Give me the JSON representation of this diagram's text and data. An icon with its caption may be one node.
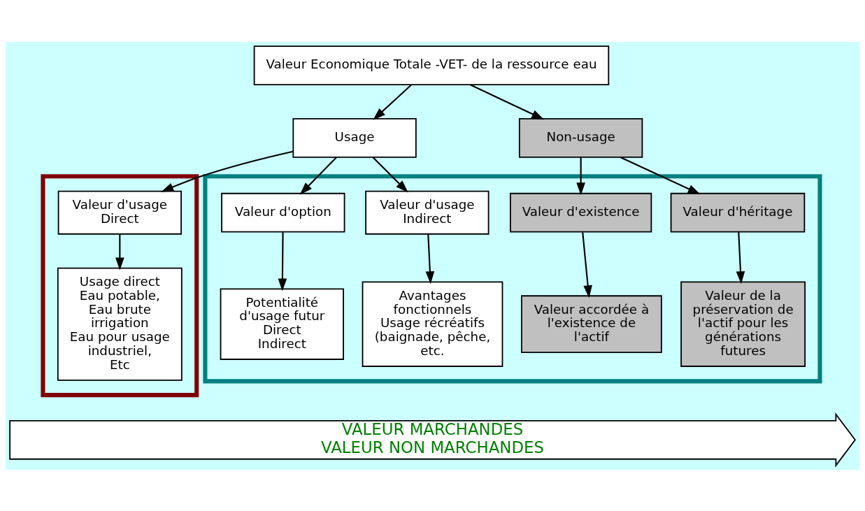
{
  "diagram": {
    "nodes": [
      {
        "text": [
          "Valeur Economique Totale -VET- de la ressource eau"
        ]
      },
      {
        "text": [
          "Usage"
        ]
      },
      {
        "text": [
          "Non-usage"
        ]
      },
      {
        "text": [],
        "shape": "box"
      },
      {
        "text": [],
        "shape": "box"
      },
      {
        "text": [
          "Valeur d'usage Direct"
        ],
        "in": 3
      },
      {
        "text": [
          "Valeur d'usage Indirect"
        ],
        "in": 4
      },
      {
        "text": [
          "Valeur d'option"
        ],
        "in": 4
      },
      {
        "text": [
          "Valeur d'héritage"
        ],
        "in": 4
      },
      {
        "text": [
          "Valeur d'existence"
        ],
        "in": 4
      },
      {
        "text": [
          "Usage direct",
          "Eau potable,",
          "Eau brute irrigation",
          "Eau pour usage industriel,",
          "Etc"
        ],
        "in": 3
      },
      {
        "text": [
          "Avantages fonctionnels",
          "Usage récréatifs (baignade, pêche, etc."
        ],
        "in": 4
      },
      {
        "text": [
          "Potentialité d'usage futur",
          "Direct",
          "Indirect"
        ],
        "in": 4
      },
      {
        "text": [
          "Valeur de la préservation de l'actif pour les générations futures"
        ],
        "in": 4
      },
      {
        "text": [
          "Valeur accordée à l'existence de l'actif"
        ],
        "in": 4
      },
      {
        "text": [
          "VALEUR MARCHANDES",
          "VALEUR NON MARCHANDES"
        ]
      }
    ],
    "edges": [
      {
        "from": 0,
        "to": 1,
        "arrow": "to"
      },
      {
        "from": 0,
        "to": 2,
        "arrow": "to"
      },
      {
        "from": 1,
        "to": 5,
        "arrow": "to"
      },
      {
        "from": 1,
        "to": 6,
        "arrow": "to"
      },
      {
        "from": 1,
        "to": 7,
        "arrow": "to"
      },
      {
        "from": 2,
        "to": 8,
        "arrow": "to"
      },
      {
        "from": 2,
        "to": 9,
        "arrow": "to"
      },
      {
        "from": 5,
        "to": 10,
        "arrow": "to"
      },
      {
        "from": 6,
        "to": 11,
        "arrow": "to"
      },
      {
        "from": 7,
        "to": 12,
        "arrow": "to"
      },
      {
        "from": 8,
        "to": 13,
        "arrow": "to"
      },
      {
        "from": 9,
        "to": 14,
        "arrow": "to"
      }
    ]
  }
}
